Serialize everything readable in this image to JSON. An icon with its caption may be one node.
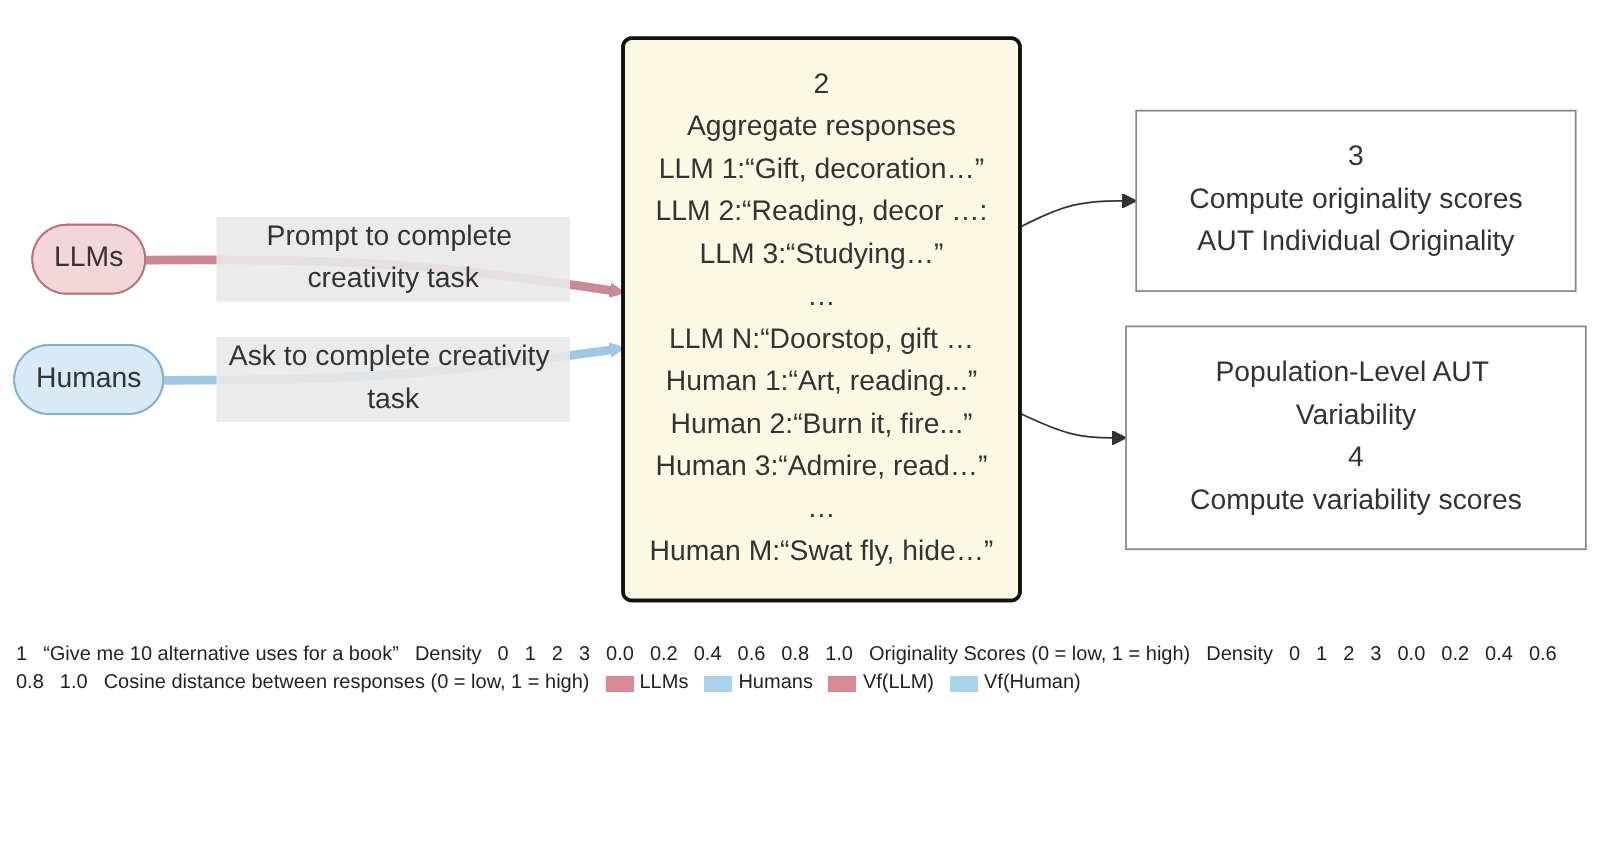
{
  "diagram": {
    "nodes": [
      {
        "text": [
          "LLMs"
        ]
      },
      {
        "text": [
          "Humans"
        ]
      },
      {
        "text": [
          "2",
          "Aggregate responses",
          "LLM 1:“Gift, decoration…”",
          "LLM 2:“Reading, decor …:",
          "LLM 3:“Studying…”",
          "…",
          "LLM N:“Doorstop, gift …",
          "Human 1:“Art, reading...”",
          "Human 2:“Burn it, fire...”",
          "Human 3:“Admire, read…”",
          "…",
          "Human M:“Swat fly, hide…”"
        ]
      },
      {
        "text": [
          "3",
          "Compute originality scores",
          "AUT Individual Originality"
        ]
      },
      {
        "text": [
          "Population-Level AUT Variability",
          "4",
          "Compute variability scores"
        ]
      }
    ],
    "edges": [
      {
        "from": 0,
        "to": 2,
        "arrow": "to",
        "label": "Prompt to complete creativity task",
        "style": "thick",
        "color": "#c98a94"
      },
      {
        "from": 1,
        "to": 2,
        "arrow": "to",
        "label": "Ask to complete creativity task",
        "style": "thick",
        "color": "#9ec8e4"
      },
      {
        "from": 2,
        "to": 3,
        "arrow": "to"
      },
      {
        "from": 2,
        "to": 4,
        "arrow": "to"
      }
    ],
    "labels": [
      "1",
      "“Give me 10 alternative uses for a book”",
      "Density",
      "0",
      "1",
      "2",
      "3",
      "0.0",
      "0.2",
      "0.4",
      "0.6",
      "0.8",
      "1.0",
      "Originality Scores (0 = low, 1 = high)",
      "Density",
      "0",
      "1",
      "2",
      "3",
      "0.0",
      "0.2",
      "0.4",
      "0.6",
      "0.8",
      "1.0",
      "Cosine distance between responses (0 = low, 1 = high)"
    ],
    "legend": [
      {
        "text": "LLMs",
        "color": "#d98a94"
      },
      {
        "text": "Humans",
        "color": "#a9d3ea"
      },
      {
        "text": "Vf(LLM)",
        "color": "#d98a94"
      },
      {
        "text": "Vf(Human)",
        "color": "#a9d3ea"
      }
    ]
  }
}
